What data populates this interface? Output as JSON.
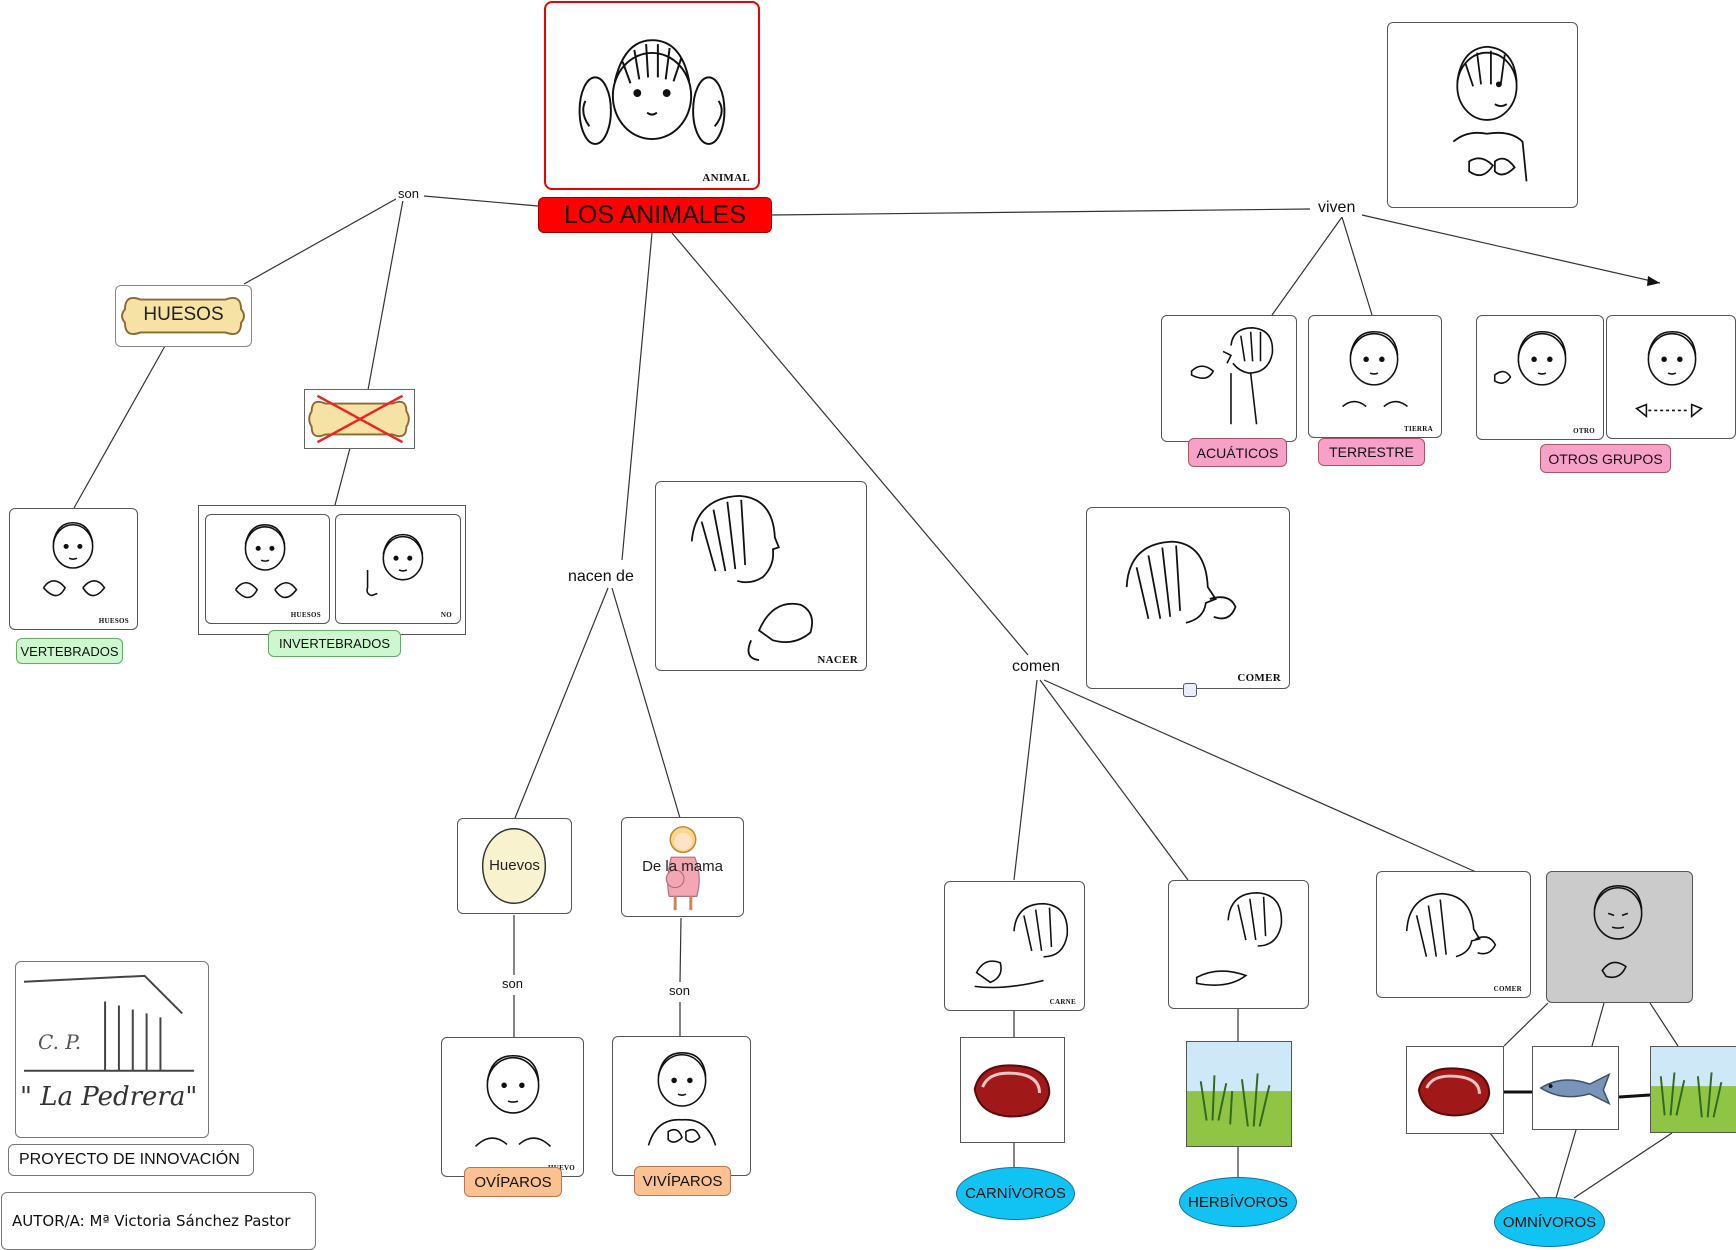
{
  "root": {
    "label": "LOS ANIMALES"
  },
  "animal_card": {
    "caption": "ANIMAL"
  },
  "links": {
    "son": "son",
    "viven": "viven",
    "nacen_de": "nacen de",
    "comen": "comen",
    "son_ovip": "son",
    "son_vivip": "son"
  },
  "vertebrates_branch": {
    "bone_label": "HUESOS",
    "vertebrados": "VERTEBRADOS",
    "invertebrados": "INVERTEBRADOS",
    "sign_huesos": "HUESOS",
    "sign_no": "NO"
  },
  "habitat_branch": {
    "acuaticos": "ACUÁTICOS",
    "terrestre": "TERRESTRE",
    "otros_grupos": "OTROS GRUPOS",
    "sign_tierra": "TIERRA",
    "sign_otro": "OTRO"
  },
  "birth_branch": {
    "nacer_caption": "NACER",
    "huevos": "Huevos",
    "de_la_mama": "De la mama",
    "oviparos": "OVÍPAROS",
    "viviparos": "VIVÍPAROS",
    "sign_huevo": "HUEVO"
  },
  "diet_branch": {
    "comer_caption": "COMER",
    "sign_carne": "CARNE",
    "sign_comer": "COMER",
    "carnivoros": "CARNÍVOROS",
    "herbivoros": "HERBÍVOROS",
    "omnivoros": "OMNÍVOROS"
  },
  "footer": {
    "school_line1": "C. P.",
    "school_line2": "\" La Pedrera\"",
    "project": "PROYECTO DE INNOVACIÓN",
    "author": "AUTOR/A: Mª Victoria Sánchez Pastor"
  },
  "colors": {
    "root": "#ff0000",
    "green": "#ccf7cf",
    "pink": "#f7a1c9",
    "orange": "#fcc190",
    "blue": "#11c3f2"
  }
}
